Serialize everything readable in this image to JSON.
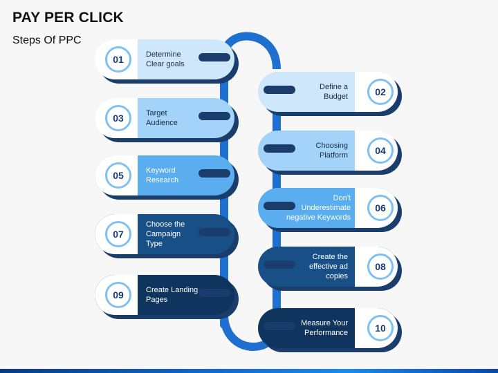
{
  "header": {
    "title": "PAY PER CLICK",
    "subtitle": "Steps Of PPC"
  },
  "colors": {
    "connector": "#1e6fd0",
    "light": "#cfe7fb",
    "mid": "#a3d3f8",
    "blue": "#5aaef0",
    "dark": "#184f86",
    "navy": "#0f355f",
    "number_ring": "#7ec0f2"
  },
  "steps": [
    {
      "num": "01",
      "label": "Determine\nClear goals",
      "tone": "light"
    },
    {
      "num": "02",
      "label": "Define a\nBudget",
      "tone": "light"
    },
    {
      "num": "03",
      "label": "Target\nAudience",
      "tone": "mid"
    },
    {
      "num": "04",
      "label": "Choosing\nPlatform",
      "tone": "mid"
    },
    {
      "num": "05",
      "label": "Keyword\nResearch",
      "tone": "blue"
    },
    {
      "num": "06",
      "label": "Don't\nUnderestimate\nnegative Keywords",
      "tone": "blue"
    },
    {
      "num": "07",
      "label": "Choose the\nCampaign Type",
      "tone": "dark"
    },
    {
      "num": "08",
      "label": "Create the\neffective  ad\ncopies",
      "tone": "dark"
    },
    {
      "num": "09",
      "label": "Create Landing\nPages",
      "tone": "navy"
    },
    {
      "num": "10",
      "label": "Measure Your\nPerformance",
      "tone": "navy"
    }
  ]
}
